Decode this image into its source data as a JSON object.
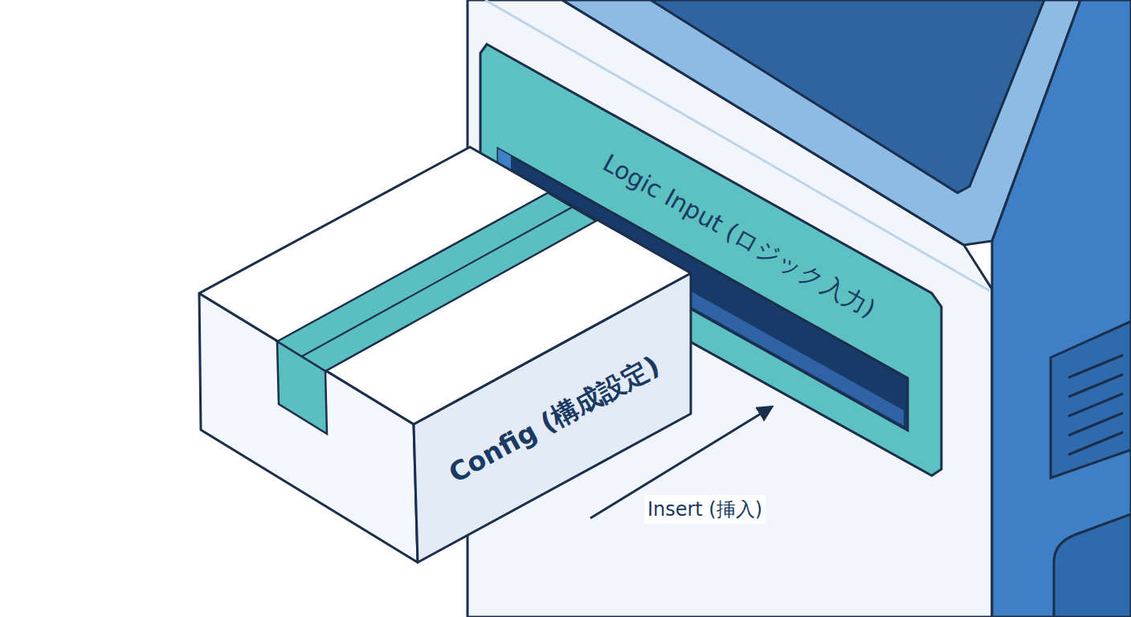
{
  "diagram": {
    "nodes": [
      {
        "text": [
          "Logic Input (ロジック入力)"
        ]
      },
      {
        "text": [
          "Config (構成設定)"
        ]
      }
    ],
    "edges": [
      {
        "from": 1,
        "to": 0,
        "arrow": "to",
        "label": "Insert (挿入)"
      }
    ]
  }
}
